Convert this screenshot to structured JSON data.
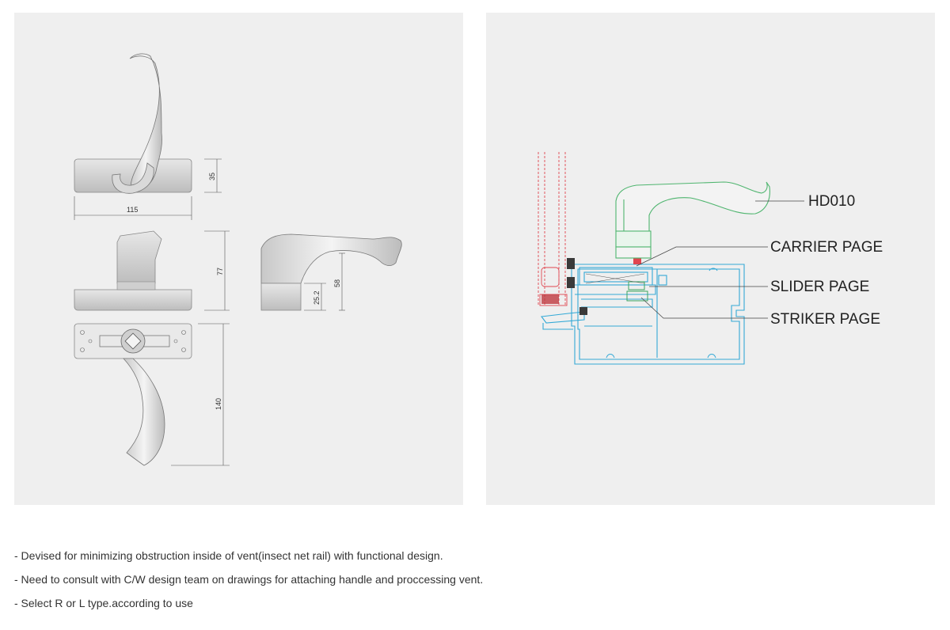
{
  "left_panel": {
    "dimensions": {
      "top_height": "35",
      "top_width": "115",
      "side_height": "77",
      "base_width": "140",
      "profile_height": "58",
      "profile_base": "25.2"
    }
  },
  "right_panel": {
    "callouts": {
      "handle": "HD010",
      "carrier": "CARRIER PAGE",
      "slider": "SLIDER PAGE",
      "striker": "STRIKER PAGE"
    }
  },
  "notes": [
    "- Devised for minimizing obstruction inside of vent(insect net rail) with functional design.",
    "- Need to consult with C/W design team on drawings for attaching handle and proccessing vent.",
    "- Select R or L type.according to use"
  ],
  "colors": {
    "panel_bg": "#efefef",
    "handle_green": "#4fb56f",
    "frame_cyan": "#34a9d6",
    "sash_red": "#e0454f"
  }
}
